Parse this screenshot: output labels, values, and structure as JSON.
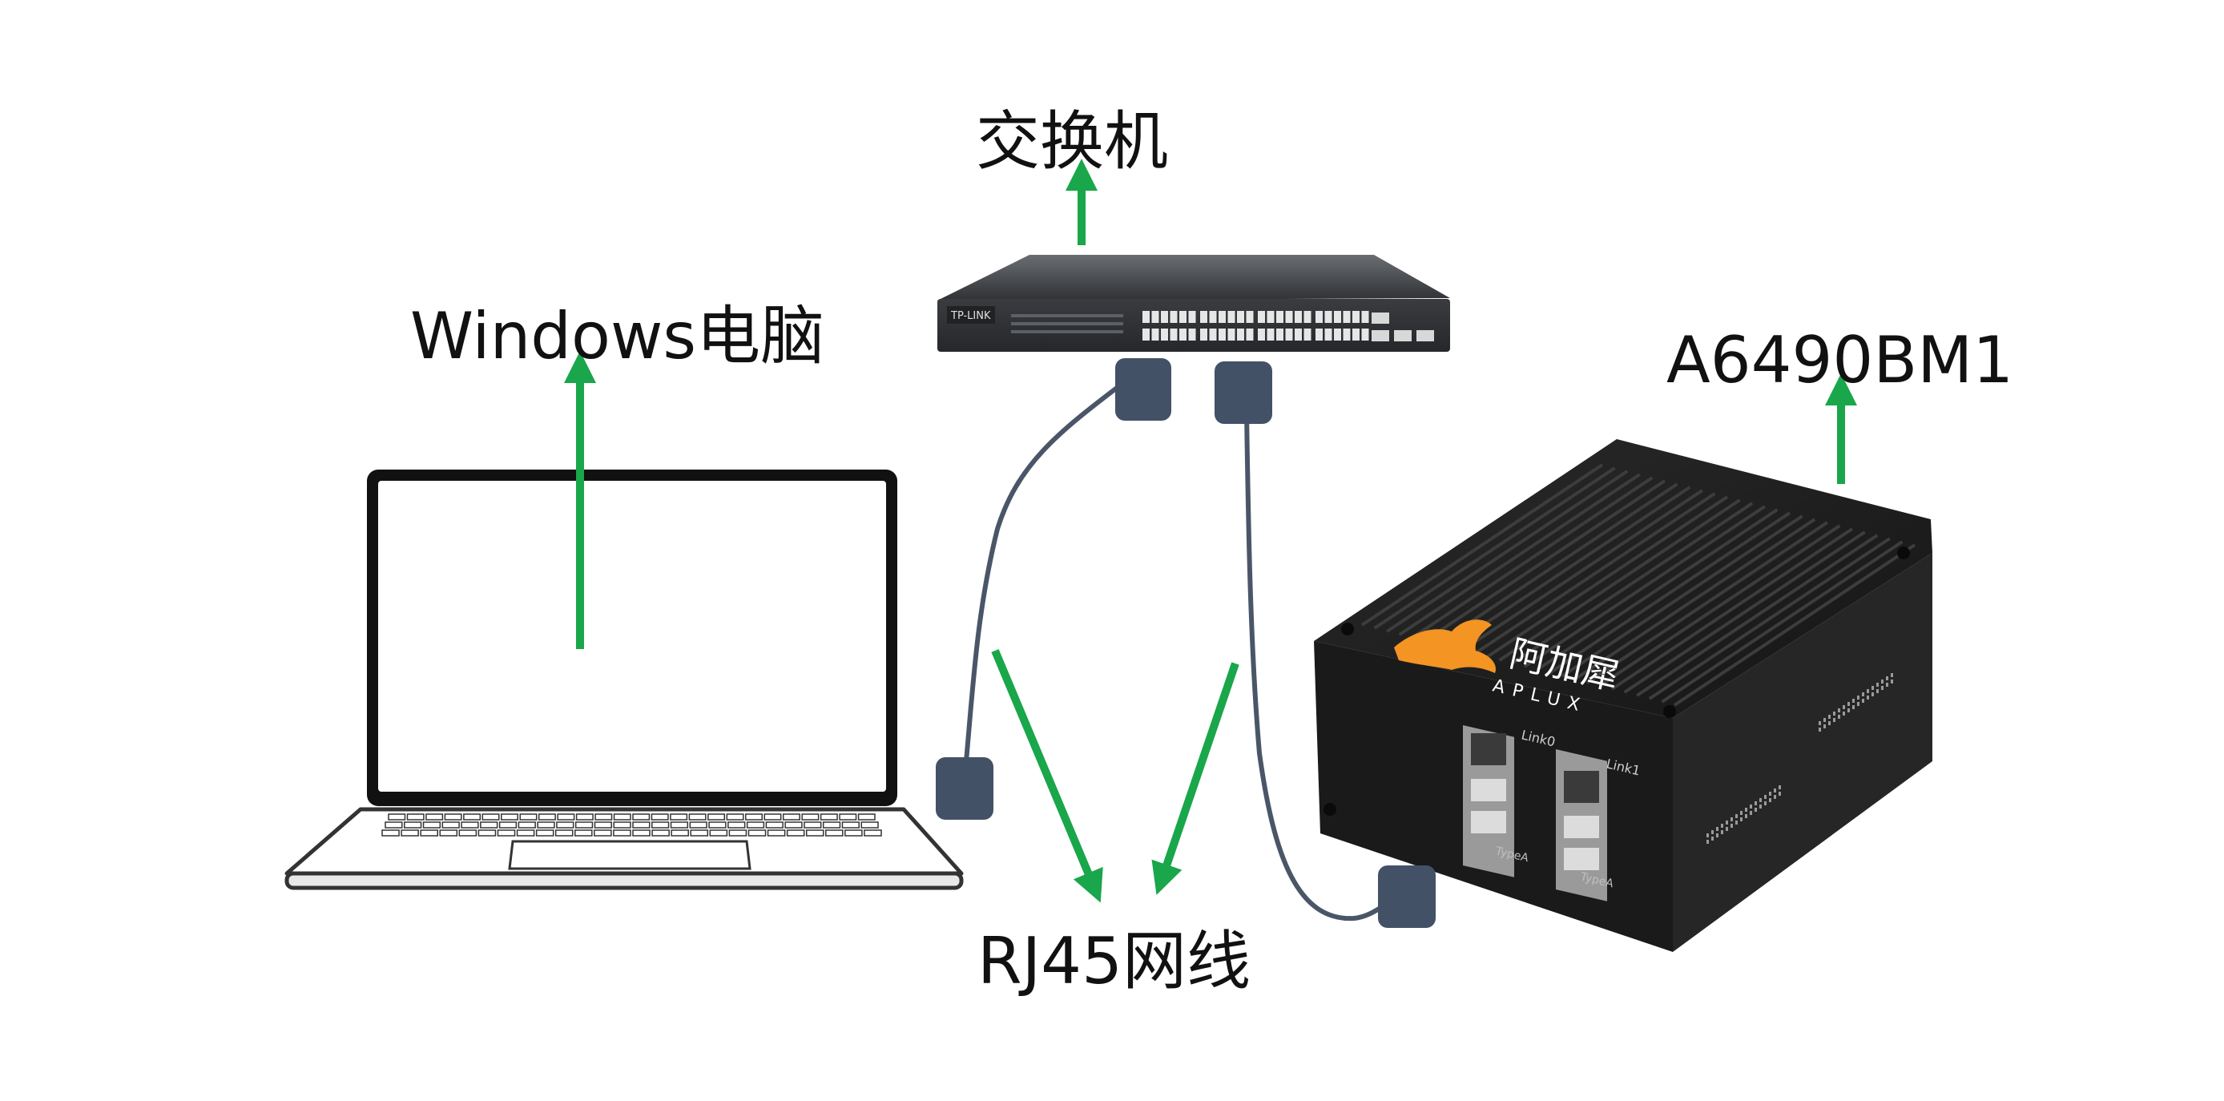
{
  "labels": {
    "switch": "交换机",
    "laptop": "Windows电脑",
    "board": "A6490BM1",
    "cable": "RJ45网线"
  },
  "device_text": {
    "switch_brand": "TP-LINK",
    "board_brand_cn": "阿加犀",
    "board_brand_en": "APLUX",
    "port_link0": "Link0",
    "port_link1": "Link1",
    "port_type_a_left": "TypeA",
    "port_type_a_right": "TypeA"
  },
  "colors": {
    "arrow": "#1aa64a",
    "cable": "#4a5668",
    "connector": "#435167",
    "board_body": "#1c1c1c",
    "logo_orange": "#f39423"
  }
}
